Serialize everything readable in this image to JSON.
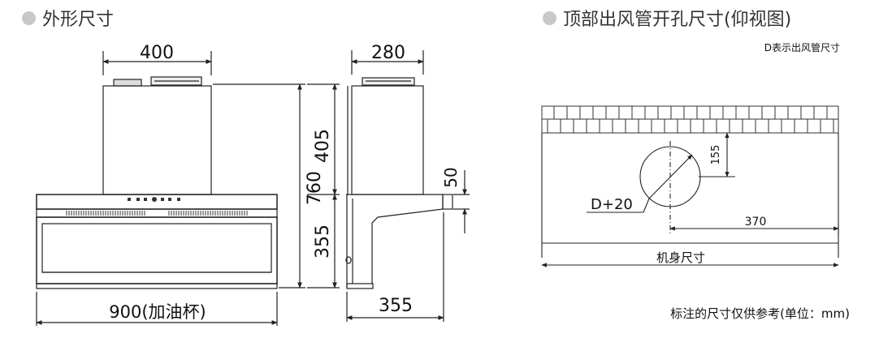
{
  "left_section": {
    "title": "外形尺寸"
  },
  "right_section": {
    "title": "顶部出风管开孔尺寸(仰视图)",
    "note": "D表示出风管尺寸",
    "hole_label": "D+20",
    "offset_dim": "155",
    "distance_dim": "370",
    "body_dim_label": "机身尺寸"
  },
  "front_view": {
    "width_top": "400",
    "total_height": "760",
    "width_bottom": "900(加油杯)"
  },
  "side_view": {
    "depth_top": "280",
    "upper_height": "405",
    "lower_height": "355",
    "depth_bottom": "355",
    "panel_thickness": "50"
  },
  "footnote": "标注的尺寸仅供参考(单位：mm)"
}
